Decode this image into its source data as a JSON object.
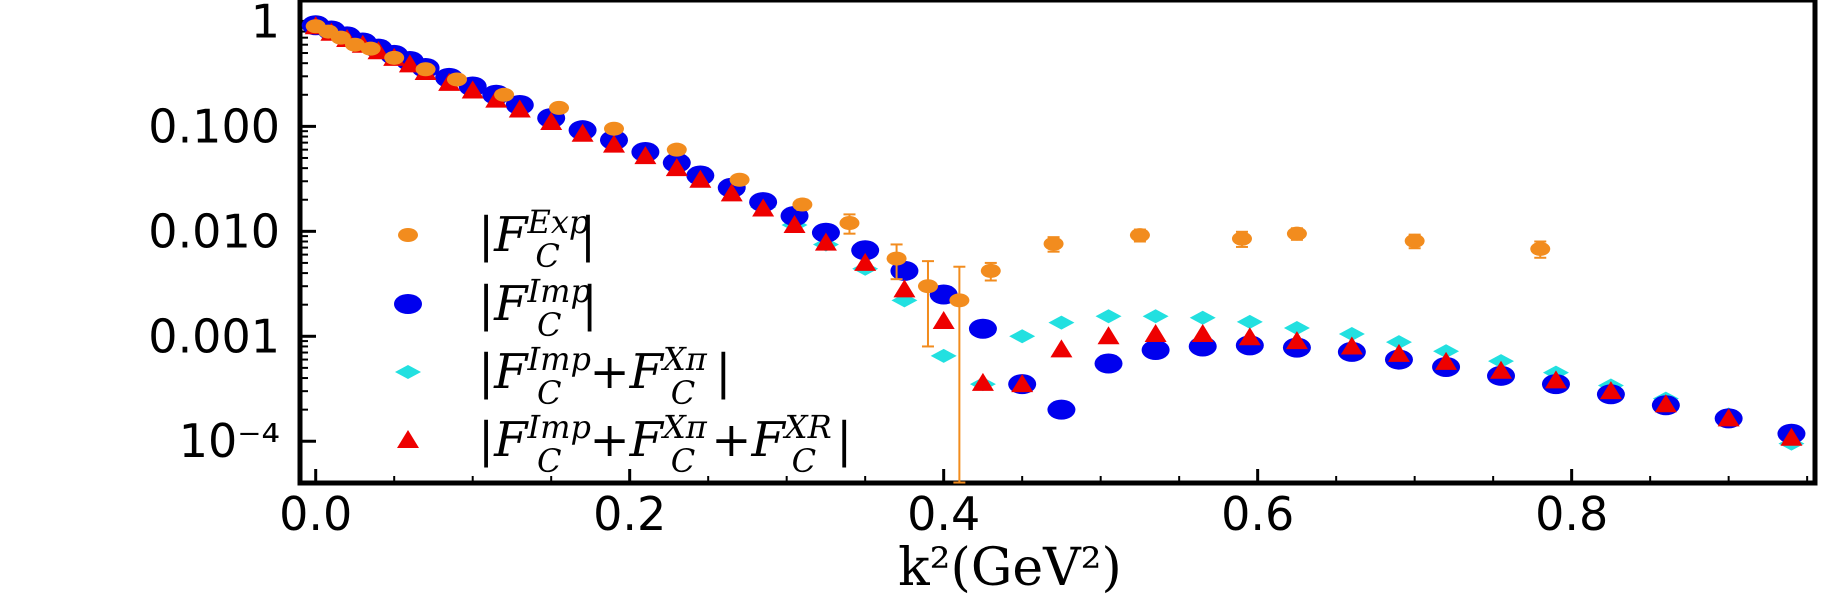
{
  "chart_data": {
    "type": "scatter",
    "y_scale": "log",
    "xlabel": "k²(GeV²)",
    "xlim": [
      -0.01,
      0.955
    ],
    "ylim": [
      4e-05,
      1.6
    ],
    "x_ticks": [
      {
        "value": 0.0,
        "label": "0.0"
      },
      {
        "value": 0.2,
        "label": "0.2"
      },
      {
        "value": 0.4,
        "label": "0.4"
      },
      {
        "value": 0.6,
        "label": "0.6"
      },
      {
        "value": 0.8,
        "label": "0.8"
      }
    ],
    "y_ticks": [
      {
        "value": 1,
        "label": "1"
      },
      {
        "value": 0.1,
        "label": "0.100"
      },
      {
        "value": 0.01,
        "label": "0.010"
      },
      {
        "value": 0.001,
        "label": "0.001"
      },
      {
        "value": 0.0001,
        "label": "10⁻⁴"
      }
    ],
    "legend_position": "lower-left",
    "series": [
      {
        "name": "|F_C^Exp|",
        "legend_text": "|F",
        "legend_sup": "Exp",
        "legend_sub": "C",
        "color": "#f28c1e",
        "marker": "dot",
        "x": [
          0.0,
          0.008,
          0.016,
          0.025,
          0.035,
          0.05,
          0.07,
          0.09,
          0.12,
          0.155,
          0.19,
          0.23,
          0.27,
          0.31,
          0.34,
          0.37,
          0.39,
          0.41,
          0.43,
          0.47,
          0.525,
          0.59,
          0.625,
          0.7,
          0.78
        ],
        "y": [
          0.9,
          0.8,
          0.7,
          0.6,
          0.55,
          0.45,
          0.35,
          0.28,
          0.2,
          0.15,
          0.095,
          0.06,
          0.031,
          0.018,
          0.012,
          0.0055,
          0.003,
          0.0022,
          0.0042,
          0.0076,
          0.0092,
          0.0085,
          0.0095,
          0.0081,
          0.0068
        ],
        "err": [
          0,
          0,
          0,
          0,
          0,
          0,
          0,
          0,
          0,
          0,
          0,
          0,
          0,
          0.002,
          0.0025,
          0.002,
          0.0022,
          0.0024,
          0.0008,
          0.0012,
          0.0012,
          0.0014,
          0.0012,
          0.0012,
          0.0012
        ]
      },
      {
        "name": "|F_C^Imp|",
        "legend_text": "|F",
        "legend_sup": "Imp",
        "legend_sub": "C",
        "color": "#0000ee",
        "marker": "ellipse",
        "x": [
          0.0,
          0.01,
          0.02,
          0.03,
          0.04,
          0.05,
          0.06,
          0.07,
          0.085,
          0.1,
          0.115,
          0.13,
          0.15,
          0.17,
          0.19,
          0.21,
          0.23,
          0.245,
          0.265,
          0.285,
          0.305,
          0.325,
          0.35,
          0.375,
          0.4,
          0.425,
          0.45,
          0.475,
          0.505,
          0.535,
          0.565,
          0.595,
          0.625,
          0.66,
          0.69,
          0.72,
          0.755,
          0.79,
          0.825,
          0.86,
          0.9,
          0.94
        ],
        "y": [
          0.92,
          0.82,
          0.72,
          0.63,
          0.55,
          0.48,
          0.42,
          0.36,
          0.29,
          0.24,
          0.2,
          0.16,
          0.12,
          0.092,
          0.074,
          0.057,
          0.045,
          0.034,
          0.026,
          0.019,
          0.014,
          0.0097,
          0.0066,
          0.0042,
          0.0025,
          0.00118,
          0.00035,
          0.0002,
          0.00055,
          0.00074,
          0.0008,
          0.00082,
          0.00078,
          0.00071,
          0.0006,
          0.00051,
          0.00042,
          0.00035,
          0.00028,
          0.00022,
          0.000165,
          0.000118
        ]
      },
      {
        "name": "|F_C^Imp + F_C^Xπ|",
        "legend_text": "|F",
        "legend_sup": "Imp",
        "legend_sub": "C",
        "legend_extra": "+F",
        "legend_extra_sup": "Xπ",
        "color": "#22e0e0",
        "marker": "diamond",
        "x": [
          0.0,
          0.01,
          0.02,
          0.03,
          0.04,
          0.05,
          0.06,
          0.07,
          0.085,
          0.1,
          0.115,
          0.13,
          0.15,
          0.17,
          0.19,
          0.21,
          0.23,
          0.245,
          0.265,
          0.285,
          0.305,
          0.325,
          0.35,
          0.375,
          0.4,
          0.425,
          0.45,
          0.475,
          0.505,
          0.535,
          0.565,
          0.595,
          0.625,
          0.66,
          0.69,
          0.72,
          0.755,
          0.79,
          0.825,
          0.86,
          0.9,
          0.94
        ],
        "y": [
          0.9,
          0.8,
          0.7,
          0.62,
          0.54,
          0.47,
          0.41,
          0.35,
          0.28,
          0.23,
          0.19,
          0.15,
          0.115,
          0.088,
          0.07,
          0.054,
          0.042,
          0.032,
          0.024,
          0.017,
          0.0115,
          0.0075,
          0.0044,
          0.0022,
          0.00065,
          0.00035,
          0.001,
          0.00135,
          0.00155,
          0.00155,
          0.0015,
          0.00137,
          0.0012,
          0.00105,
          0.00088,
          0.00072,
          0.00058,
          0.00045,
          0.00034,
          0.000255,
          0.00018,
          9.5e-05
        ]
      },
      {
        "name": "|F_C^Imp + F_C^Xπ + F_C^XR|",
        "legend_text": "|F",
        "legend_sup": "Imp",
        "legend_sub": "C",
        "legend_extra": "+F",
        "legend_extra_sup": "Xπ",
        "legend_extra2": "+F",
        "legend_extra2_sup": "XR",
        "color": "#ee0000",
        "marker": "triangle",
        "x": [
          0.0,
          0.01,
          0.02,
          0.03,
          0.04,
          0.05,
          0.06,
          0.07,
          0.085,
          0.1,
          0.115,
          0.13,
          0.15,
          0.17,
          0.19,
          0.21,
          0.23,
          0.245,
          0.265,
          0.285,
          0.305,
          0.325,
          0.35,
          0.375,
          0.4,
          0.425,
          0.45,
          0.475,
          0.505,
          0.535,
          0.565,
          0.595,
          0.625,
          0.66,
          0.69,
          0.72,
          0.755,
          0.79,
          0.825,
          0.86,
          0.9,
          0.94
        ],
        "y": [
          0.9,
          0.78,
          0.68,
          0.6,
          0.52,
          0.45,
          0.39,
          0.33,
          0.26,
          0.22,
          0.18,
          0.145,
          0.11,
          0.085,
          0.067,
          0.052,
          0.04,
          0.031,
          0.023,
          0.0165,
          0.0115,
          0.0078,
          0.005,
          0.0028,
          0.0014,
          0.00036,
          0.00035,
          0.00075,
          0.001,
          0.00105,
          0.00105,
          0.00098,
          0.0009,
          0.0008,
          0.00068,
          0.00057,
          0.00047,
          0.00038,
          0.0003,
          0.000225,
          0.000165,
          0.000108
        ]
      }
    ]
  }
}
